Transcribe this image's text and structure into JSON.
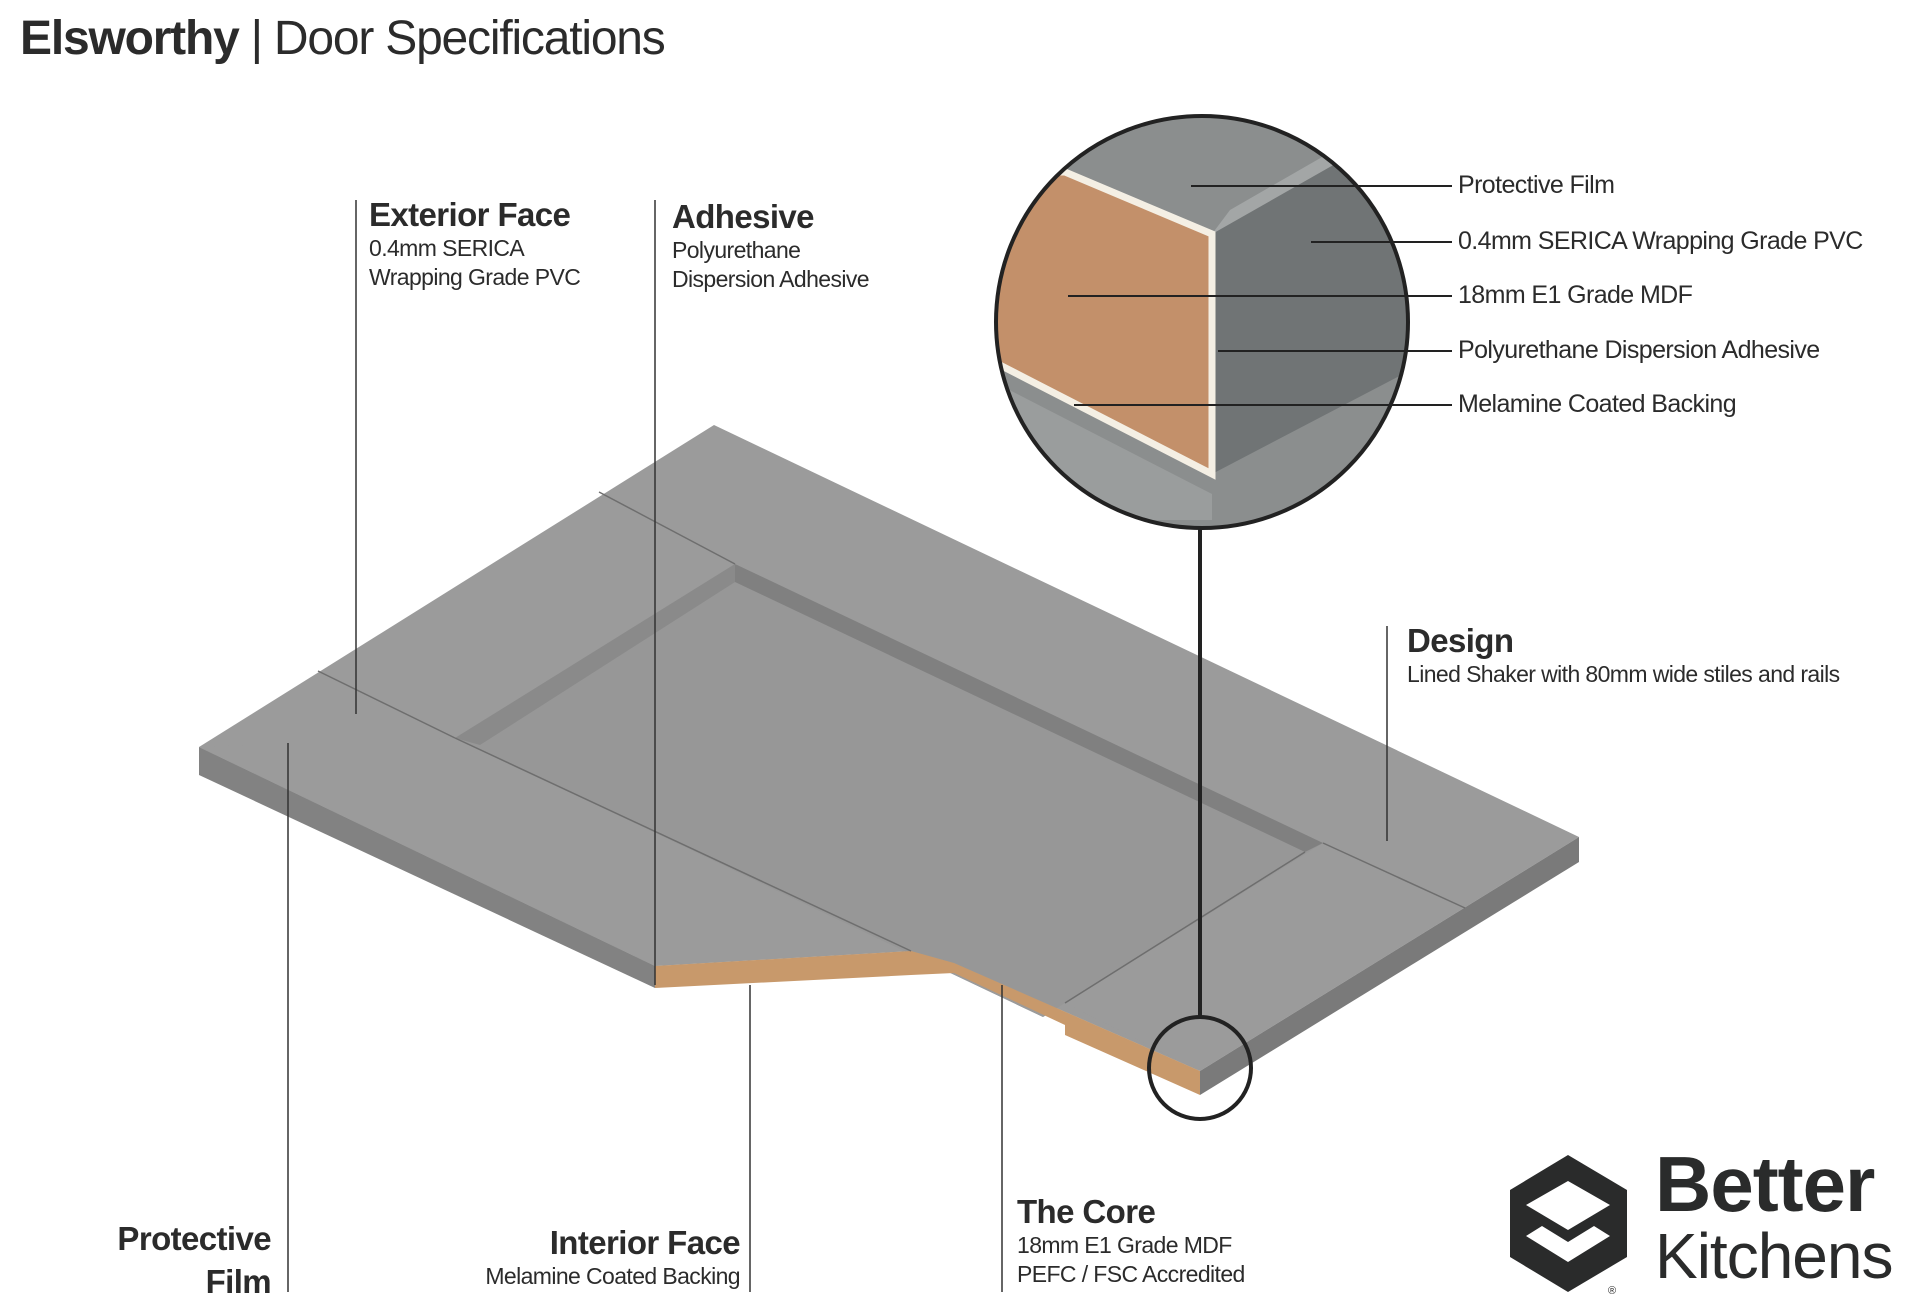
{
  "header": {
    "brand": "Elsworthy",
    "separator": "|",
    "title": "Door Specifications"
  },
  "callouts": {
    "exterior_face": {
      "title": "Exterior Face",
      "line1": "0.4mm SERICA",
      "line2": "Wrapping Grade PVC"
    },
    "adhesive": {
      "title": "Adhesive",
      "line1": "Polyurethane",
      "line2": "Dispersion Adhesive"
    },
    "design": {
      "title": "Design",
      "line1": "Lined Shaker with 80mm wide stiles and rails"
    },
    "protective_film": {
      "line1": "Protective",
      "line2": "Film"
    },
    "interior_face": {
      "title": "Interior Face",
      "line1": "Melamine Coated Backing"
    },
    "core": {
      "title": "The Core",
      "line1": "18mm E1 Grade MDF",
      "line2": "PEFC / FSC Accredited"
    }
  },
  "detail_labels": [
    "Protective Film",
    "0.4mm SERICA Wrapping Grade PVC",
    "18mm E1 Grade MDF",
    "Polyurethane Dispersion Adhesive",
    "Melamine Coated Backing"
  ],
  "logo": {
    "line1": "Better",
    "line2": "Kitchens",
    "mark": "®",
    "icon": "layered-hexagon-icon"
  },
  "colors": {
    "surface": "#9a9a9a",
    "edge": "#7d7d7d",
    "mdf": "#c8996b",
    "ink": "#2b2b2b"
  }
}
